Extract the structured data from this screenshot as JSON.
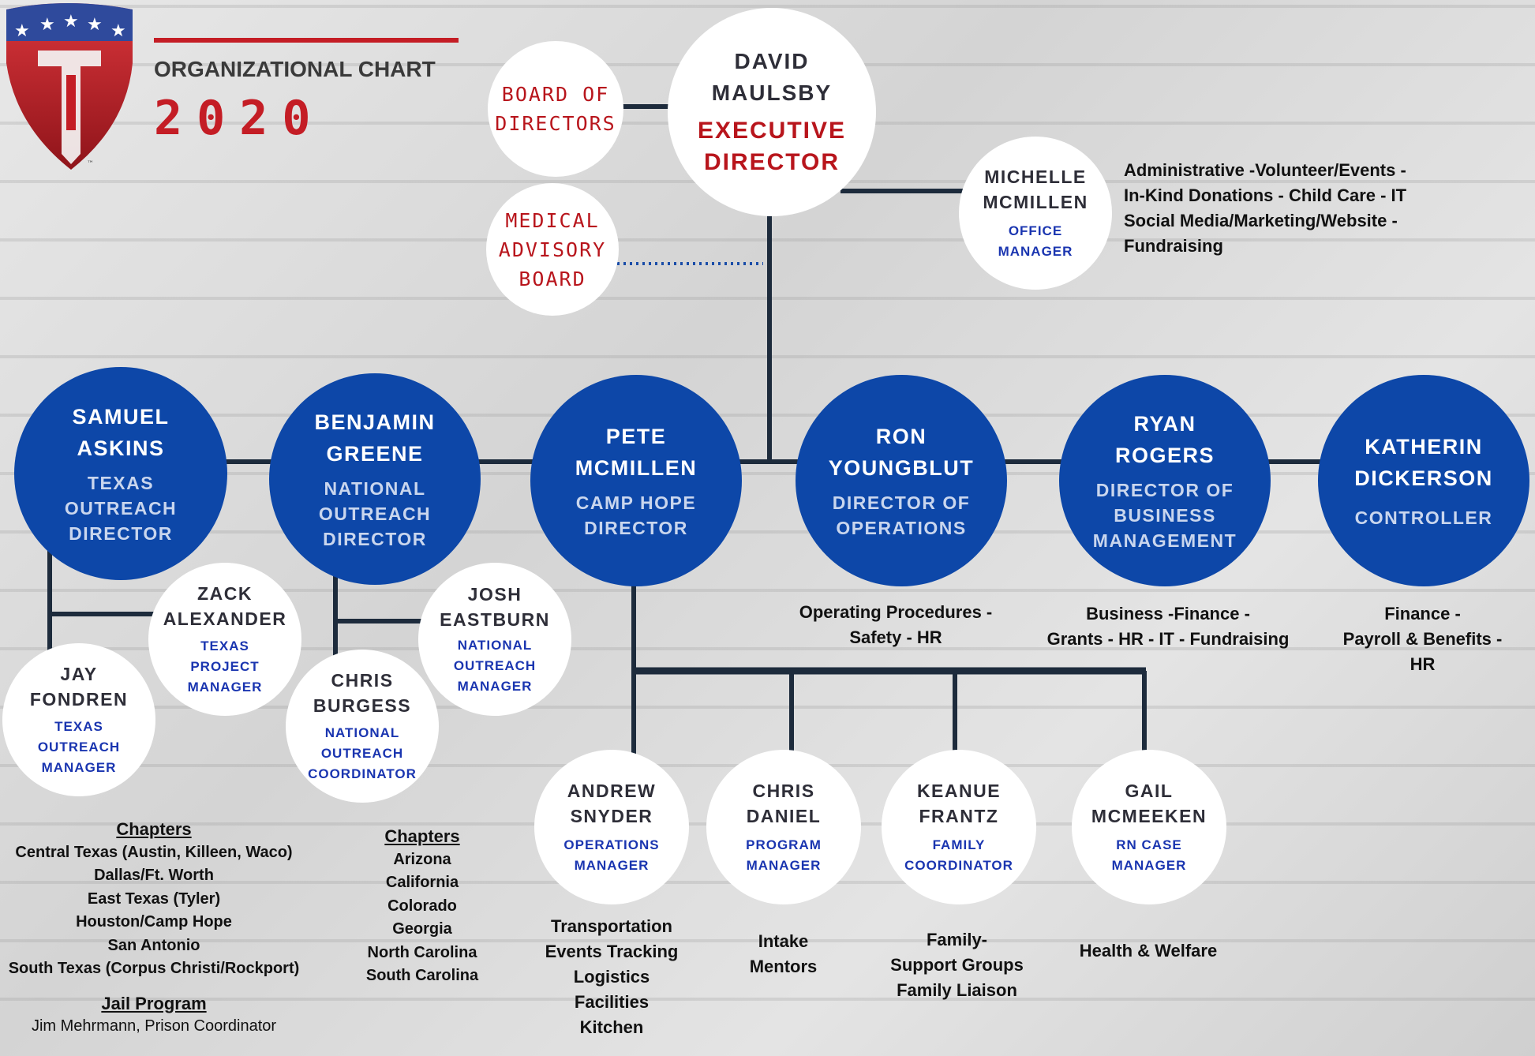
{
  "header": {
    "title": "ORGANIZATIONAL CHART",
    "year": "2020",
    "colors": {
      "brand_red": "#c41d25",
      "brand_blue": "#0d47a8",
      "logo_icon": "shield-star-logo"
    }
  },
  "board": {
    "directors_lines": [
      "BOARD OF",
      "DIRECTORS"
    ],
    "medical_lines": [
      "MEDICAL",
      "ADVISORY",
      "BOARD"
    ]
  },
  "executive": {
    "name_lines": [
      "DAVID",
      "MAULSBY"
    ],
    "role_lines": [
      "EXECUTIVE",
      "DIRECTOR"
    ]
  },
  "office_manager": {
    "name_lines": [
      "MICHELLE",
      "MCMILLEN"
    ],
    "role_lines": [
      "OFFICE",
      "MANAGER"
    ],
    "duties": [
      "Administrative -Volunteer/Events -",
      "In-Kind Donations - Child Care - IT",
      "Social Media/Marketing/Website -",
      "Fundraising"
    ]
  },
  "directors": [
    {
      "name_lines": [
        "SAMUEL",
        "ASKINS"
      ],
      "role_lines": [
        "TEXAS",
        "OUTREACH",
        "DIRECTOR"
      ]
    },
    {
      "name_lines": [
        "BENJAMIN",
        "GREENE"
      ],
      "role_lines": [
        "NATIONAL",
        "OUTREACH",
        "DIRECTOR"
      ]
    },
    {
      "name_lines": [
        "PETE",
        "MCMILLEN"
      ],
      "role_lines": [
        "CAMP HOPE",
        "DIRECTOR"
      ]
    },
    {
      "name_lines": [
        "RON",
        "YOUNGBLUT"
      ],
      "role_lines": [
        "DIRECTOR OF",
        "OPERATIONS"
      ]
    },
    {
      "name_lines": [
        "RYAN",
        "ROGERS"
      ],
      "role_lines": [
        "DIRECTOR OF",
        "BUSINESS",
        "MANAGEMENT"
      ]
    },
    {
      "name_lines": [
        "KATHERIN",
        "DICKERSON"
      ],
      "role_lines": [
        "CONTROLLER"
      ]
    }
  ],
  "director_duties": {
    "operations": [
      "Operating Procedures -",
      "Safety - HR"
    ],
    "business": [
      "Business -Finance -",
      "Grants - HR - IT - Fundraising"
    ],
    "controller": [
      "Finance -",
      "Payroll & Benefits -",
      "HR"
    ]
  },
  "staff": [
    {
      "name_lines": [
        "ZACK",
        "ALEXANDER"
      ],
      "role_lines": [
        "TEXAS",
        "PROJECT",
        "MANAGER"
      ]
    },
    {
      "name_lines": [
        "JAY",
        "FONDREN"
      ],
      "role_lines": [
        "TEXAS",
        "OUTREACH",
        "MANAGER"
      ]
    },
    {
      "name_lines": [
        "JOSH",
        "EASTBURN"
      ],
      "role_lines": [
        "NATIONAL",
        "OUTREACH",
        "MANAGER"
      ]
    },
    {
      "name_lines": [
        "CHRIS",
        "BURGESS"
      ],
      "role_lines": [
        "NATIONAL",
        "OUTREACH",
        "COORDINATOR"
      ]
    },
    {
      "name_lines": [
        "ANDREW",
        "SNYDER"
      ],
      "role_lines": [
        "OPERATIONS",
        "MANAGER"
      ]
    },
    {
      "name_lines": [
        "CHRIS",
        "DANIEL"
      ],
      "role_lines": [
        "PROGRAM",
        "MANAGER"
      ]
    },
    {
      "name_lines": [
        "KEANUE",
        "FRANTZ"
      ],
      "role_lines": [
        "FAMILY",
        "COORDINATOR"
      ]
    },
    {
      "name_lines": [
        "GAIL",
        "MCMEEKEN"
      ],
      "role_lines": [
        "RN CASE",
        "MANAGER"
      ]
    }
  ],
  "staff_duties": {
    "andrew": [
      "Transportation",
      "Events Tracking",
      "Logistics",
      "Facilities",
      "Kitchen"
    ],
    "chris_daniel": [
      "Intake",
      "Mentors"
    ],
    "keanue": [
      "Family-",
      "Support Groups",
      "Family Liaison"
    ],
    "gail": [
      "Health & Welfare"
    ]
  },
  "texas_chapters": {
    "heading": "Chapters",
    "items": [
      "Central Texas (Austin, Killeen, Waco)",
      "Dallas/Ft. Worth",
      "East Texas (Tyler)",
      "Houston/Camp Hope",
      "San Antonio",
      "South Texas (Corpus Christi/Rockport)"
    ]
  },
  "jail_program": {
    "heading": "Jail Program",
    "text": "Jim Mehrmann, Prison Coordinator"
  },
  "national_chapters": {
    "heading": "Chapters",
    "items": [
      "Arizona",
      "California",
      "Colorado",
      "Georgia",
      "North Carolina",
      "South Carolina"
    ]
  }
}
